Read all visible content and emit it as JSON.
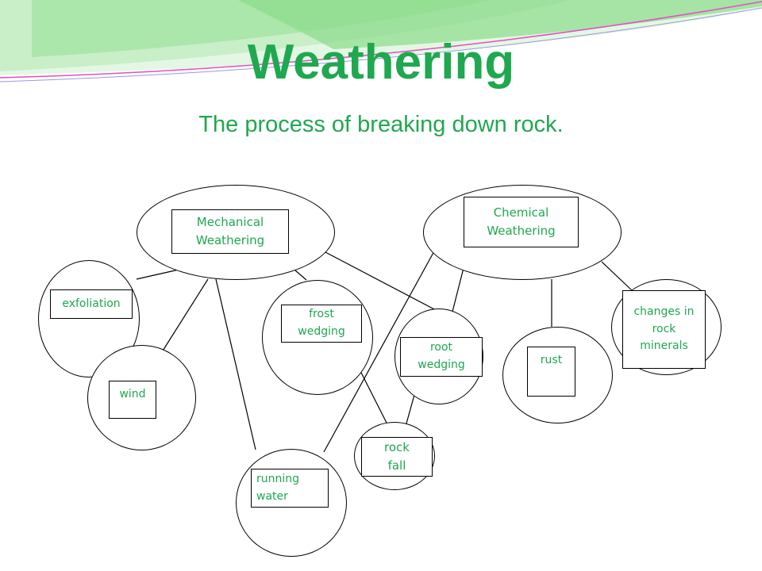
{
  "title": "Weathering",
  "subtitle": "The process of breaking down rock.",
  "colors": {
    "accent": "#1fa84f",
    "swoosh_light": "#c8efc8",
    "swoosh_mid": "#7ed67e",
    "swoosh_line": "#e24fc4"
  },
  "nodes": {
    "mechanical": {
      "label": "Mechanical\nWeathering"
    },
    "chemical": {
      "label": "Chemical\nWeathering"
    },
    "exfoliation": {
      "label": "exfoliation"
    },
    "frost_wedging": {
      "label": "frost\nwedging"
    },
    "root_wedging": {
      "label": "root\nwedging"
    },
    "rust": {
      "label": "rust"
    },
    "changes": {
      "label": "changes in\nrock\nminerals"
    },
    "wind": {
      "label": "wind"
    },
    "rock_fall": {
      "label": "rock\nfall"
    },
    "running_water": {
      "label": "running\nwater"
    }
  }
}
